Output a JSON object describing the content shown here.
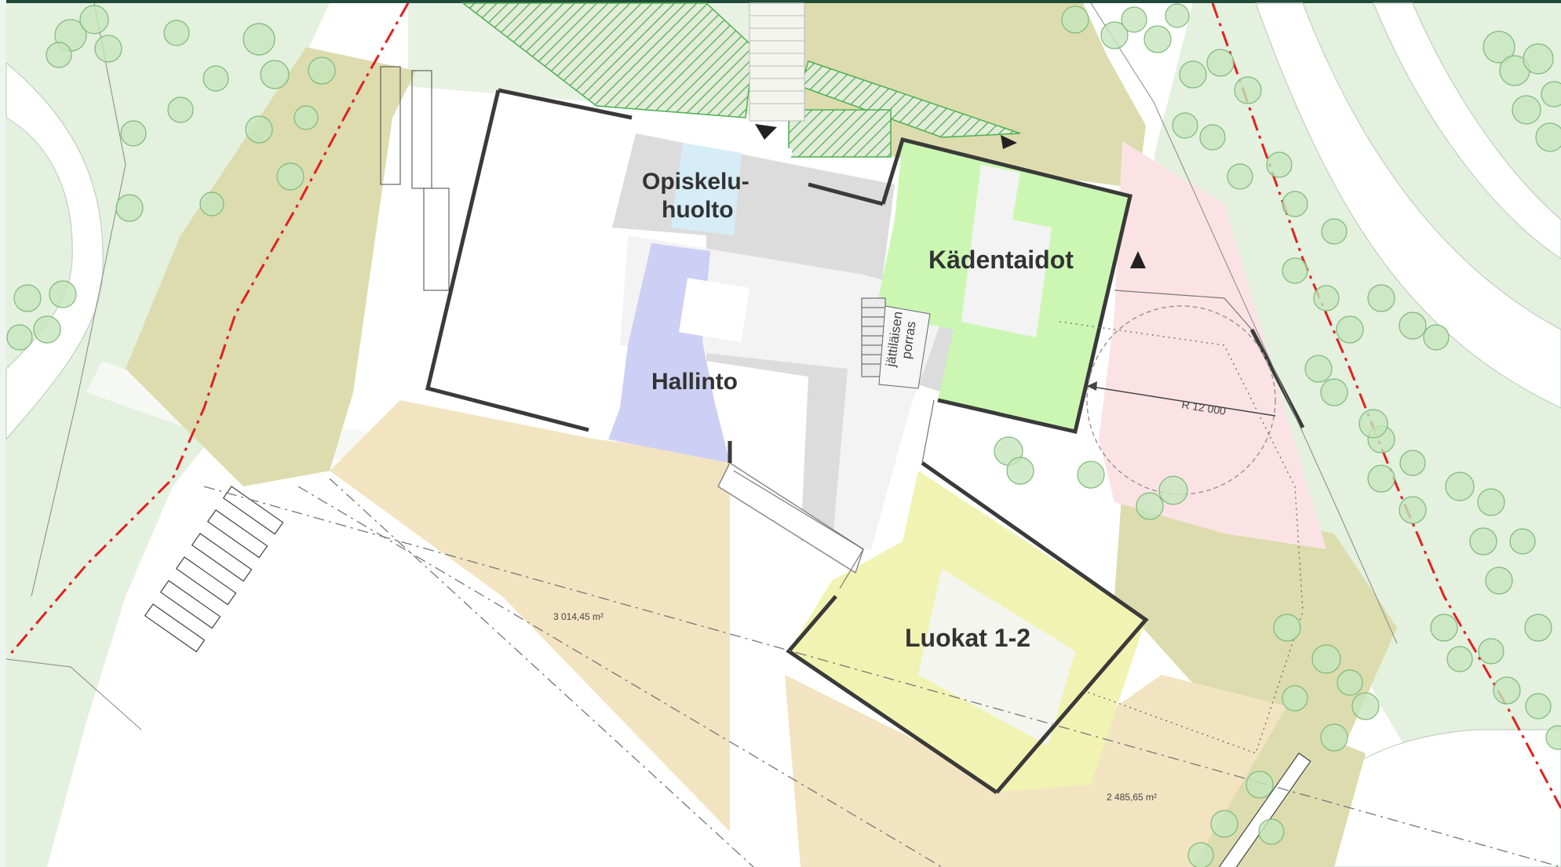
{
  "labels": {
    "opiskelu_line1": "Opiskelu-",
    "opiskelu_line2": "huolto",
    "kadentaidot": "Kädentaidot",
    "hallinto": "Hallinto",
    "jattilaisen_line1": "jättiläisen",
    "jattilaisen_line2": "porras",
    "luokat": "Luokat 1-2",
    "radius": "R 12 000",
    "area_left": "3 014,45 m²",
    "area_right": "2 485,65 m²"
  },
  "colors": {
    "park_green": "#e3f1de",
    "tree_fill": "#c6e6bd",
    "tree_stroke": "#7fb87a",
    "olive": "#dcdcae",
    "sand": "#f3e4c1",
    "pink": "#fbe3e5",
    "kadentaidot_green": "#cbf7b3",
    "hallinto_purple": "#cdcff4",
    "opiskelu_blue": "#d6edf7",
    "luokat_yellow": "#f1f3b3",
    "boundary_red": "#e32020",
    "wall": "#3a3a3a",
    "corridor_grey": "#dcdcdc"
  }
}
